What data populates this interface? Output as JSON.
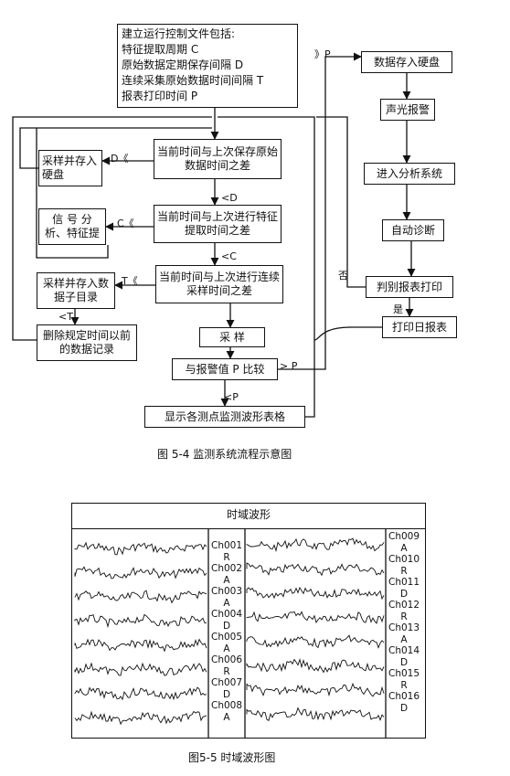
{
  "flowchart": {
    "intro_lines": [
      "建立运行控制文件包括:",
      "特征提取周期 C",
      "原始数据定期保存间隔 D",
      "连续采集原始数据时间间隔 T",
      "报表打印时间 P"
    ],
    "boxes": {
      "compare_save": "当前时间与上次保存原始数据时间之差",
      "sample_save": "采样并存入硬盘",
      "compare_feature": "当前时间与上次进行特征提取时间之差",
      "signal_analysis": "信 号 分析、特征提",
      "compare_continuous": "当前时间与上次进行连续采样时间之差",
      "sample_subdir": "采样并存入数据子目录",
      "delete_records": "删除规定时间以前的数据记录",
      "sample": "采 样",
      "compare_alarm": "与报警值 P 比较",
      "display": "显示各测点监测波形表格",
      "save_disk": "数据存入硬盘",
      "alarm": "声光报警",
      "analysis_system": "进入分析系统",
      "auto_diagnosis": "自动诊断",
      "judge_print": "判别报表打印",
      "print_report": "打印日报表"
    },
    "edge_labels": {
      "d_mark": "D《",
      "lt_d": "<D",
      "c_mark": "C《",
      "lt_c": "<C",
      "t_mark": "T《",
      "lt_t": "<T",
      "gt_p": "> P",
      "lt_p": "<P",
      "p_mark": "》P",
      "no": "否",
      "yes": "是"
    },
    "caption": "图 5-4   监测系统流程示意图"
  },
  "waveform": {
    "title": "时域波形",
    "left_channels": [
      "Ch001",
      "R",
      "Ch002",
      "A",
      "Ch003",
      "A",
      "Ch004",
      "D",
      "Ch005",
      "A",
      "Ch006",
      "R",
      "Ch007",
      "D",
      "Ch008",
      "A"
    ],
    "right_channels": [
      "Ch009",
      "A",
      "Ch010",
      "R",
      "Ch011",
      "D",
      "Ch012",
      "R",
      "Ch013",
      "A",
      "Ch014",
      "D",
      "Ch015",
      "R",
      "Ch016",
      "D"
    ],
    "caption": "图5-5   时域波形图"
  }
}
